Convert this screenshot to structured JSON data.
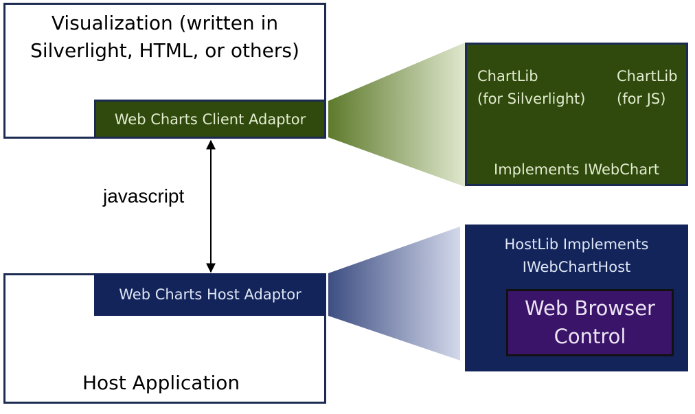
{
  "visualization": {
    "title_line1": "Visualization (written in",
    "title_line2": "Silverlight, HTML, or others)"
  },
  "client_adaptor": {
    "label": "Web Charts Client Adaptor"
  },
  "connector": {
    "label": "javascript"
  },
  "host_adaptor": {
    "label": "Web Charts Host Adaptor"
  },
  "host_application": {
    "title": "Host Application"
  },
  "chartlib_panel": {
    "chartlib_silverlight_line1": "ChartLib",
    "chartlib_silverlight_line2": "(for Silverlight)",
    "chartlib_js_line1": "ChartLib",
    "chartlib_js_line2": "(for JS)",
    "implements": "Implements IWebChart"
  },
  "hostlib_panel": {
    "implements_line1": "HostLib Implements",
    "implements_line2": "IWebChartHost"
  },
  "browser_control": {
    "line1": "Web Browser",
    "line2": "Control"
  },
  "colors": {
    "client_green": "#2f4a0c",
    "host_navy": "#13245a",
    "browser_purple": "#3a1468",
    "border": "#1b2b52"
  }
}
